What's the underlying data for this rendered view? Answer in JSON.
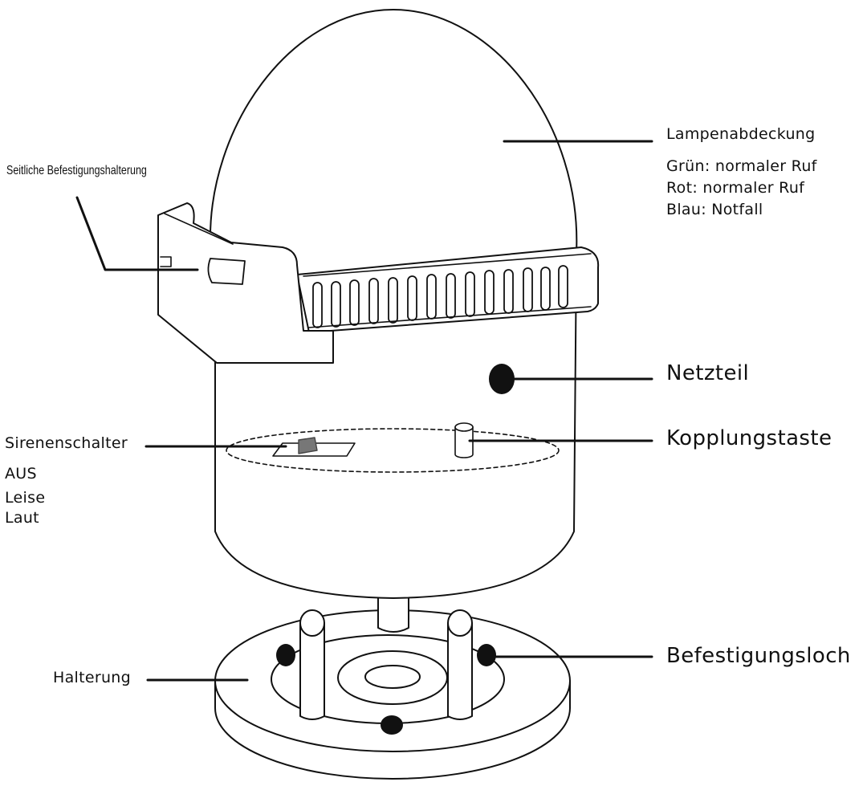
{
  "labels": {
    "lamp_cover": "Lampenabdeckung",
    "lamp_green": "Grün: normaler Ruf",
    "lamp_red": "Rot: normaler Ruf",
    "lamp_blue": "Blau: Notfall",
    "side_bracket": "Seitliche Befestigungshalterung",
    "power": "Netzteil",
    "pairing": "Kopplungstaste",
    "siren_switch": "Sirenenschalter",
    "siren_off": "AUS",
    "siren_quiet": "Leise",
    "siren_loud": "Laut",
    "mount": "Halterung",
    "mount_hole": "Befestigungsloch"
  },
  "colors": {
    "line": "#111111",
    "background": "#ffffff",
    "switch_knob": "#777777"
  }
}
